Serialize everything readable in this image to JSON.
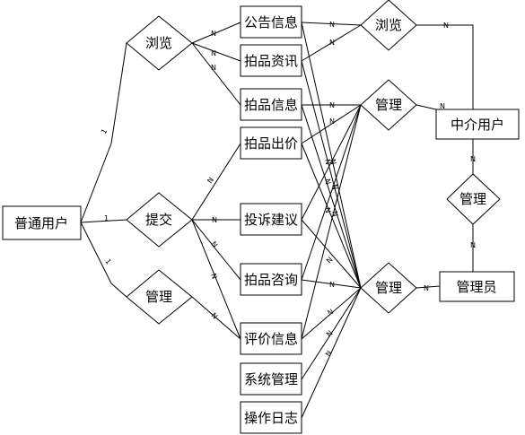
{
  "entities": {
    "putong_user": "普通用户",
    "gonggao": "公告信息",
    "zixun": "拍品资讯",
    "paipin": "拍品信息",
    "chujia": "拍品出价",
    "tousu": "投诉建议",
    "zixun2": "拍品咨询",
    "pingjia": "评价信息",
    "xitong": "系统管理",
    "rizhi": "操作日志",
    "zhongjie": "中介用户",
    "admin": "管理员"
  },
  "relations": {
    "browse_left": "浏览",
    "submit": "提交",
    "manage_left": "管理",
    "browse_right": "浏览",
    "manage_mid": "管理",
    "manage_bottom": "管理",
    "manage_right": "管理"
  },
  "cardinality": {
    "one": "1",
    "many": "N"
  }
}
